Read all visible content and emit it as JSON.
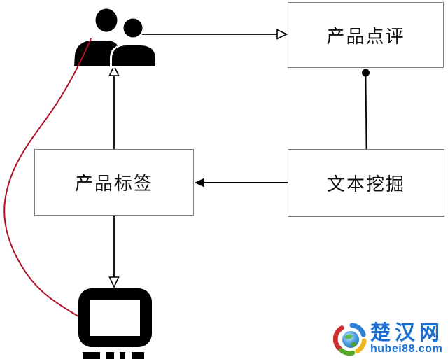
{
  "diagram": {
    "nodes": [
      {
        "id": "product-review",
        "label": "产品点评"
      },
      {
        "id": "product-tags",
        "label": "产品标签"
      },
      {
        "id": "text-mining",
        "label": "文本挖掘"
      }
    ],
    "icons": [
      {
        "name": "users-icon"
      },
      {
        "name": "computer-icon"
      }
    ],
    "edges": [
      {
        "from": "users-icon",
        "to": "product-review",
        "style": "solid-line-open-arrowhead"
      },
      {
        "from": "text-mining",
        "to": "product-review",
        "style": "solid-line-dot-end"
      },
      {
        "from": "text-mining",
        "to": "product-tags",
        "style": "solid-line-filled-arrowhead"
      },
      {
        "from": "product-tags",
        "to": "users-icon",
        "style": "solid-line-open-arrowhead"
      },
      {
        "from": "product-tags",
        "to": "computer-icon",
        "style": "solid-line-open-arrowhead"
      },
      {
        "from": "users-icon",
        "to": "computer-icon",
        "style": "red-curved-line"
      }
    ],
    "colors": {
      "node_border": "#7d7d7d",
      "connector": "#000000",
      "red_curve": "#b01026",
      "icon_fill": "#000000"
    }
  },
  "watermark": {
    "site_name": "楚汉网",
    "site_domain": "hubei88.com",
    "brand_blue": "#1a6ed0"
  }
}
